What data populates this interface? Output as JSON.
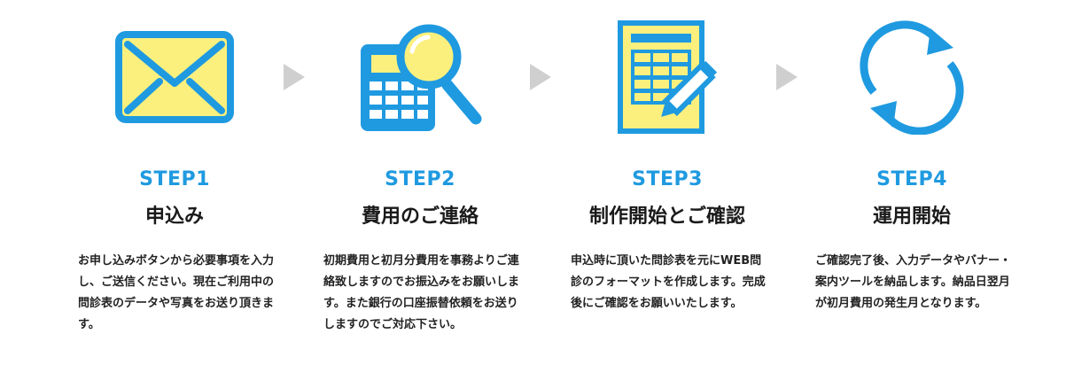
{
  "colors": {
    "accent": "#1f9ae0",
    "icon_fill": "#fbf07e",
    "arrow": "#cfcfcf",
    "text": "#1a1a1a"
  },
  "steps": [
    {
      "icon": "envelope-icon",
      "label": "STEP1",
      "title": "申込み",
      "description": "お申し込みボタンから必要事項を入力し、ご送信ください。現在ご利用中の問診表のデータや写真をお送り頂きます。"
    },
    {
      "icon": "calculator-magnifier-icon",
      "label": "STEP2",
      "title": "費用のご連絡",
      "description": "初期費用と初月分費用を事務よりご連絡致しますのでお振込みをお願いします。また銀行の口座振替依頼をお送りしますのでご対応下さい。"
    },
    {
      "icon": "form-pencil-icon",
      "label": "STEP3",
      "title": "制作開始とご確認",
      "description": "申込時に頂いた問診表を元にWEB問診のフォーマットを作成します。完成後にご確認をお願いいたします。"
    },
    {
      "icon": "cycle-arrows-icon",
      "label": "STEP4",
      "title": "運用開始",
      "description": "ご確認完了後、入力データやバナー・案内ツールを納品します。納品日翌月が初月費用の発生月となります。"
    }
  ]
}
